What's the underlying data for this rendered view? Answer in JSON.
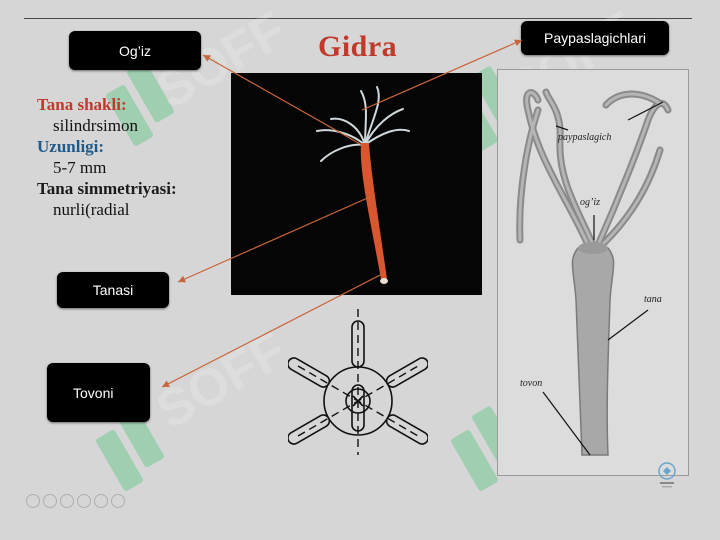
{
  "title": "Gidra",
  "labels": {
    "ogiz": "Og’iz",
    "paypaslagichlari": "Paypaslagichlari",
    "tanasi": "Tanasi",
    "tovoni": "Tovoni"
  },
  "facts": [
    {
      "heading": "Tana shakli:",
      "value": "silindrsimon"
    },
    {
      "heading": "Uzunligi:",
      "value": "5-7 mm"
    },
    {
      "heading": "Tana simmetriyasi:",
      "value": "nurli(radial"
    }
  ],
  "drawing_labels": {
    "paypaslagich": "paypaslagich",
    "ogiz": "og’iz",
    "tana": "tana",
    "tovon": "tovon"
  },
  "colors": {
    "title": "#c0392b",
    "arrow": "#c8653a",
    "body": "#d9572e",
    "box": "#000000",
    "watermark": "#3ec06a"
  },
  "watermark_text": "SOFF"
}
